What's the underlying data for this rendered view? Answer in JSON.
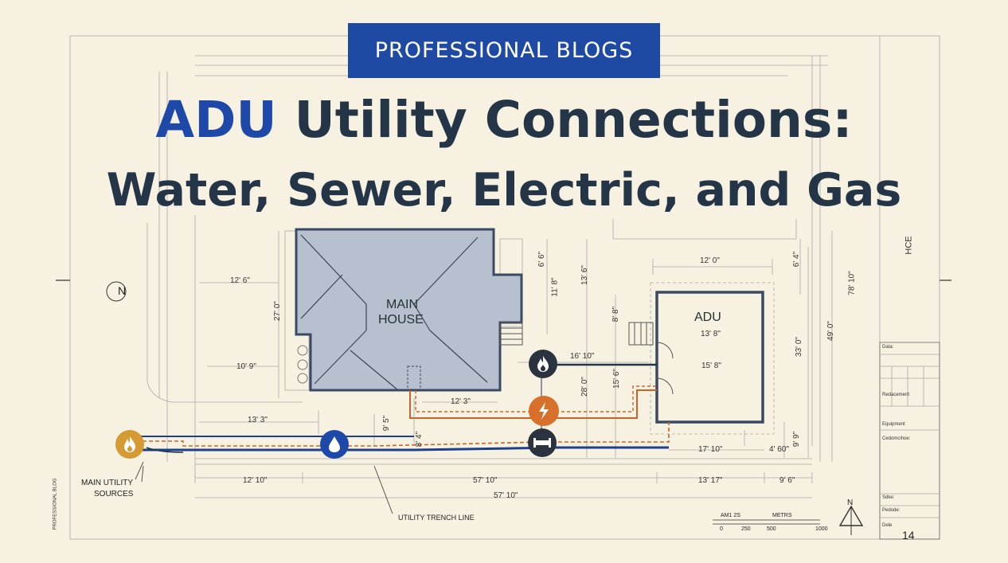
{
  "banner": {
    "label": "PROFESSIONAL BLOGS"
  },
  "headline": {
    "accent": "ADU",
    "line1_rest": "Utility Connections:",
    "line2": "Water, Sewer, Electric, and Gas"
  },
  "plan": {
    "main_house": {
      "line1": "MAIN",
      "line2": "HOUSE"
    },
    "adu": "ADU",
    "dimensions": {
      "d_12_6": "12' 6\"",
      "d_27_0": "27' 0\"",
      "d_10_9": "10' 9\"",
      "d_13_3": "13' 3\"",
      "d_12_3": "12' 3\"",
      "d_9_5": "9' 5\"",
      "d_8_4": "8' 4\"",
      "d_6_6": "6' 6\"",
      "d_11_8": "11' 8\"",
      "d_13_6": "13' 6\"",
      "d_8_8": "8' 8\"",
      "d_28_0": "28' 0\"",
      "d_15_6": "15' 6\"",
      "d_16_10": "16' 10\"",
      "d_12_0": "12' 0\"",
      "d_13_8": "13' 8\"",
      "d_15_8": "15' 8\"",
      "d_17_10": "17' 10\"",
      "d_4_60": "4' 60\"",
      "d_6_4": "6' 4\"",
      "d_33_0": "33' 0\"",
      "d_49_0": "49' 0\"",
      "d_78_10": "78' 10\"",
      "d_9_9": "9' 9\"",
      "b_12_10": "12' 10\"",
      "b_57_10": "57' 10\"",
      "b_13_17": "13' 17\"",
      "b_9_6": "9' 6\"",
      "b_total": "57' 10\""
    },
    "callouts": {
      "main_sources_1": "MAIN UTILITY",
      "main_sources_2": "SOURCES",
      "trench": "UTILITY TRENCH LINE",
      "vertical_blog": "PROFESSIONAL BLOG",
      "hce": "HCE"
    },
    "north_left": "N",
    "north_right": "N",
    "scale": {
      "left_label": "AM1 2S",
      "right_label": "METRS",
      "ticks": [
        "0",
        "250",
        "500",
        "1000"
      ]
    },
    "title_block": {
      "rows": [
        "Data:",
        "Redacement",
        "Equipment",
        "Cedomcihoe:",
        "Sdke:",
        "Pedode:",
        "Dele"
      ],
      "sheet": "14"
    }
  },
  "icons": [
    "gas-flame-icon",
    "water-drop-icon",
    "electric-bolt-icon",
    "sewer-pipe-icon"
  ],
  "colors": {
    "background": "#f7f1e1",
    "headline_dark": "#253548",
    "accent_blue": "#1e49a8",
    "water_line": "#1e3f8a",
    "gas_electric_line": "#c8652a",
    "gas_icon": "#d69a33",
    "dark_icon": "#2b3340",
    "electric_icon": "#d6702a",
    "roof": "#b6c0cf"
  }
}
